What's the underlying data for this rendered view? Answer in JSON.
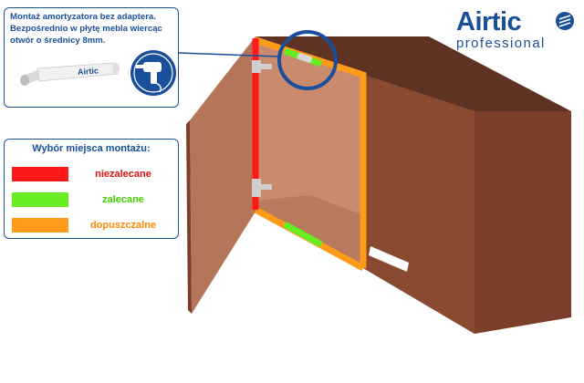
{
  "info": {
    "lines": [
      "Montaż amortyzatora bez adaptera.",
      "Bezpośrednio w płytę mebla wiercąc",
      "otwór o średnicy 8mm."
    ],
    "product_label": "Airtic",
    "drill_icon": "drill-icon"
  },
  "legend": {
    "title": "Wybór miejsca montażu:",
    "items": [
      {
        "label": "niezalecane",
        "color": "#ff1a1a"
      },
      {
        "label": "zalecane",
        "color": "#66ee22"
      },
      {
        "label": "dopuszczalne",
        "color": "#ff9a1a"
      }
    ]
  },
  "brand": {
    "name": "Airtic",
    "sub": "professional",
    "mark": "registered-mark",
    "color": "#1a4f9c"
  },
  "colors": {
    "cabinet_side": "#7a3e2a",
    "cabinet_top": "#5e3324",
    "cabinet_interior": "#c98a6e",
    "door": "#b57558",
    "highlight_circle": "#1a4f9c"
  }
}
